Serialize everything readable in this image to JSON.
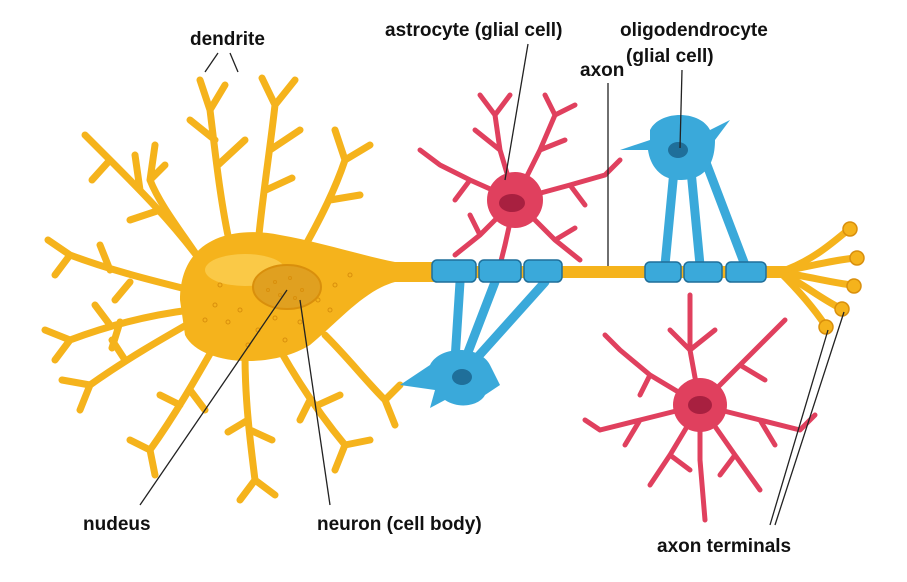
{
  "labels": {
    "dendrite": "dendrite",
    "astrocyte": "astrocyte (glial cell)",
    "oligo_line1": "oligodendrocyte",
    "oligo_line2": "(glial cell)",
    "axon": "axon",
    "nucleus": "nudeus",
    "cell_body": "neuron (cell body)",
    "axon_terminals": "axon terminals"
  },
  "colors": {
    "neuron": "#f5b31c",
    "neuron_dark": "#d98f0c",
    "neuron_light": "#fcd560",
    "astrocyte": "#e0405e",
    "astrocyte_dark": "#a82040",
    "oligodendrocyte": "#3aa9da",
    "oligodendrocyte_dark": "#1f6f9a",
    "nucleus": "#e0a020",
    "label": "#111111"
  }
}
